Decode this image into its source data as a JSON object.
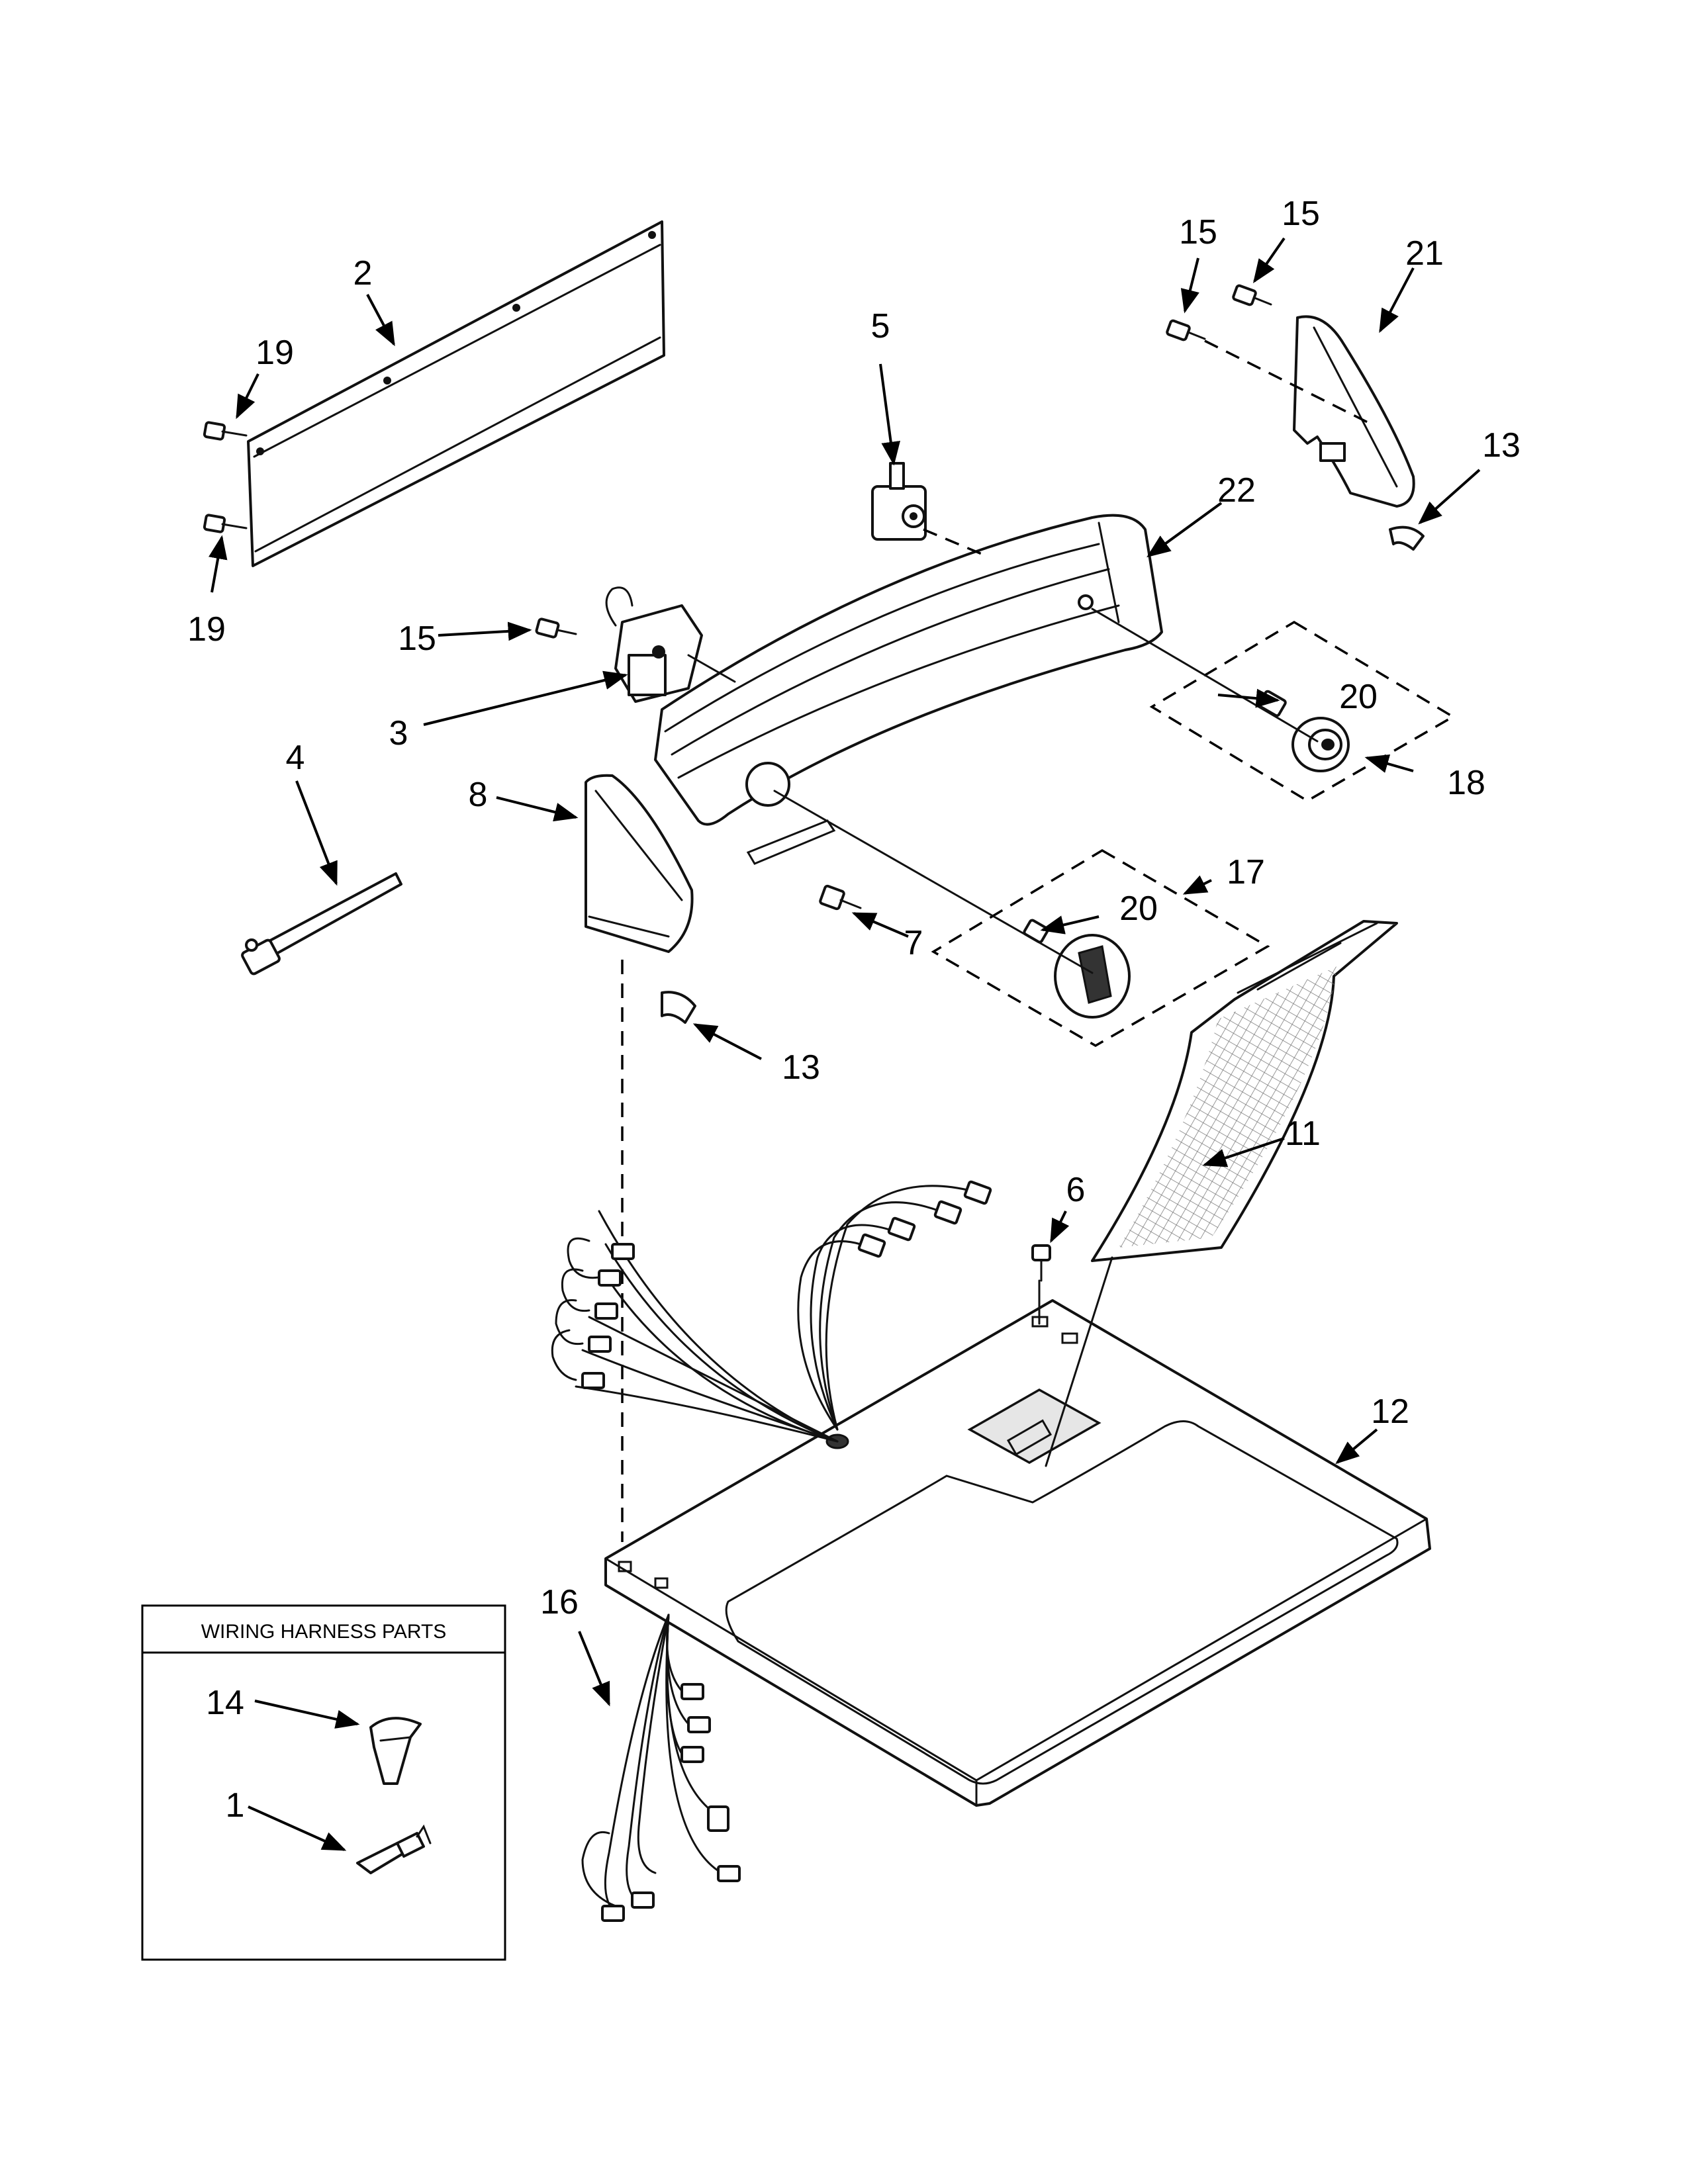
{
  "callouts": {
    "c1": "1",
    "c2": "2",
    "c3": "3",
    "c4": "4",
    "c5": "5",
    "c6": "6",
    "c7": "7",
    "c8": "8",
    "c11": "11",
    "c12": "12",
    "c13a": "13",
    "c13b": "13",
    "c14": "14",
    "c15a": "15",
    "c15b": "15",
    "c15c": "15",
    "c16": "16",
    "c17": "17",
    "c18": "18",
    "c19a": "19",
    "c19b": "19",
    "c20a": "20",
    "c20b": "20",
    "c21": "21",
    "c22": "22"
  },
  "inset": {
    "title": "WIRING HARNESS PARTS"
  }
}
